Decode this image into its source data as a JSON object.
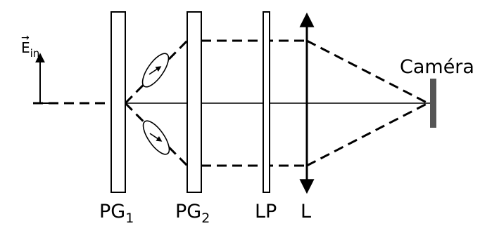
{
  "labels": {
    "field_symbol": "E",
    "field_arrow": "→",
    "field_subscript": "in",
    "camera": "Caméra",
    "pg1_main": "PG",
    "pg1_sub": "1",
    "pg2_main": "PG",
    "pg2_sub": "2",
    "lp": "LP",
    "lens": "L"
  },
  "colors": {
    "line": "#000000",
    "camera": "#555555",
    "background": "#ffffff"
  },
  "icons": [
    "polarization-ellipse-icon",
    "double-arrow-lens-icon"
  ]
}
